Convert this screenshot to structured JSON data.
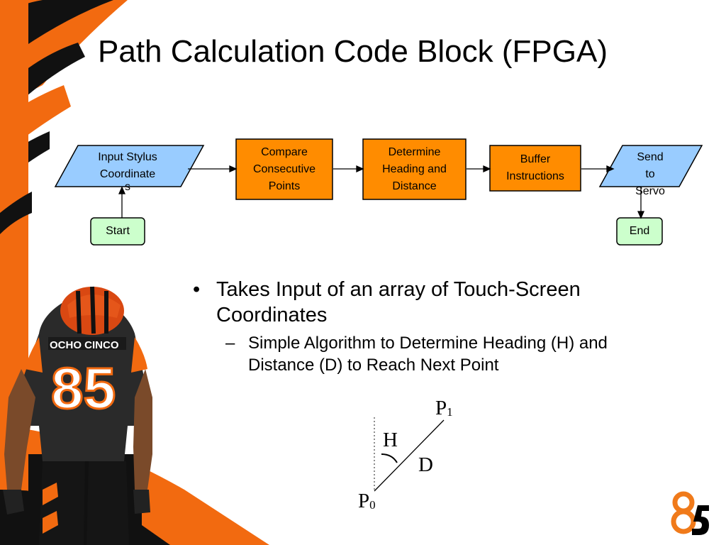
{
  "slide": {
    "title": "Path Calculation Code Block (FPGA)"
  },
  "flowchart": {
    "input_stylus": {
      "label": "Input Stylus Coordinates",
      "line1": "Input Stylus",
      "line2": "Coordinate",
      "line3": "s"
    },
    "compare": {
      "line1": "Compare",
      "line2": "Consecutive",
      "line3": "Points"
    },
    "determine": {
      "line1": "Determine",
      "line2": "Heading and",
      "line3": "Distance"
    },
    "buffer": {
      "line1": "Buffer",
      "line2": "Instructions"
    },
    "send": {
      "line1": "Send",
      "line2": "to",
      "line3": "Servo"
    },
    "start": {
      "label": "Start"
    },
    "end": {
      "label": "End"
    }
  },
  "bullets": {
    "main_bullet": "•",
    "main_text": "Takes Input of an array of Touch-Screen Coordinates",
    "sub_dash": "–",
    "sub_text": "Simple Algorithm to Determine Heading (H) and Distance (D) to Reach Next Point"
  },
  "geometry": {
    "p1_letter": "P",
    "p1_index": "1",
    "p0_letter": "P",
    "p0_index": "0",
    "heading_label": "H",
    "distance_label": "D"
  },
  "colors": {
    "orange_stripe": "#f26a10",
    "black_stripe": "#111111",
    "process_box": "#ff8c00",
    "io_box": "#99ccff",
    "terminal_box": "#ccffcc",
    "logo_orange": "#f07a1a"
  }
}
